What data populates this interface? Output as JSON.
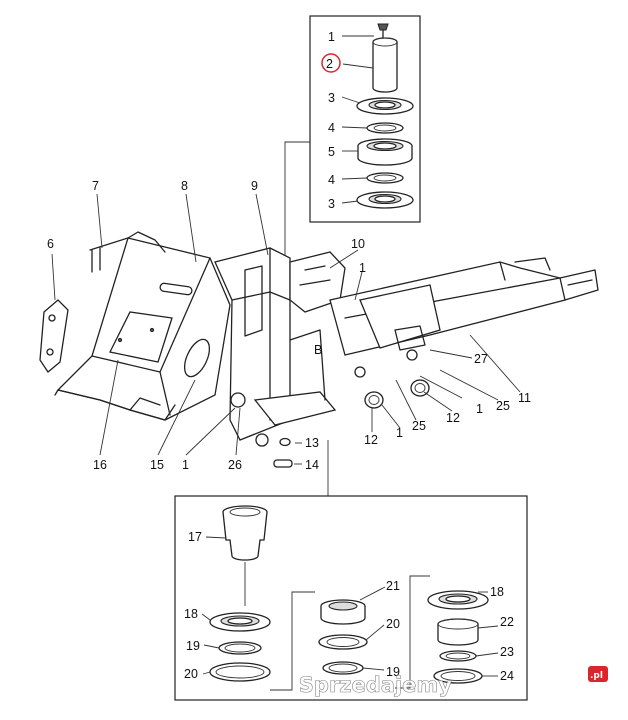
{
  "callouts": {
    "c_1a": "1",
    "c_2": "2",
    "c_3a": "3",
    "c_4a": "4",
    "c_5": "5",
    "c_4b": "4",
    "c_3b": "3",
    "c_6": "6",
    "c_7": "7",
    "c_8": "8",
    "c_9": "9",
    "c_10": "10",
    "c_1b": "1",
    "c_11": "11",
    "c_27": "27",
    "c_25a": "25",
    "c_1c": "1",
    "c_12a": "12",
    "c_12b": "12",
    "c_1d": "1",
    "c_25b": "25",
    "c_16": "16",
    "c_15": "15",
    "c_1e": "1",
    "c_26": "26",
    "c_13": "13",
    "c_14": "14",
    "c_17": "17",
    "c_18a": "18",
    "c_19a": "19",
    "c_20a": "20",
    "c_21": "21",
    "c_20b": "20",
    "c_19b": "19",
    "c_18b": "18",
    "c_22": "22",
    "c_23": "23",
    "c_24": "24"
  },
  "highlight_color": "#d9262b",
  "watermark": {
    "brand": "Sprzedajemy",
    "tld": ".pl"
  }
}
